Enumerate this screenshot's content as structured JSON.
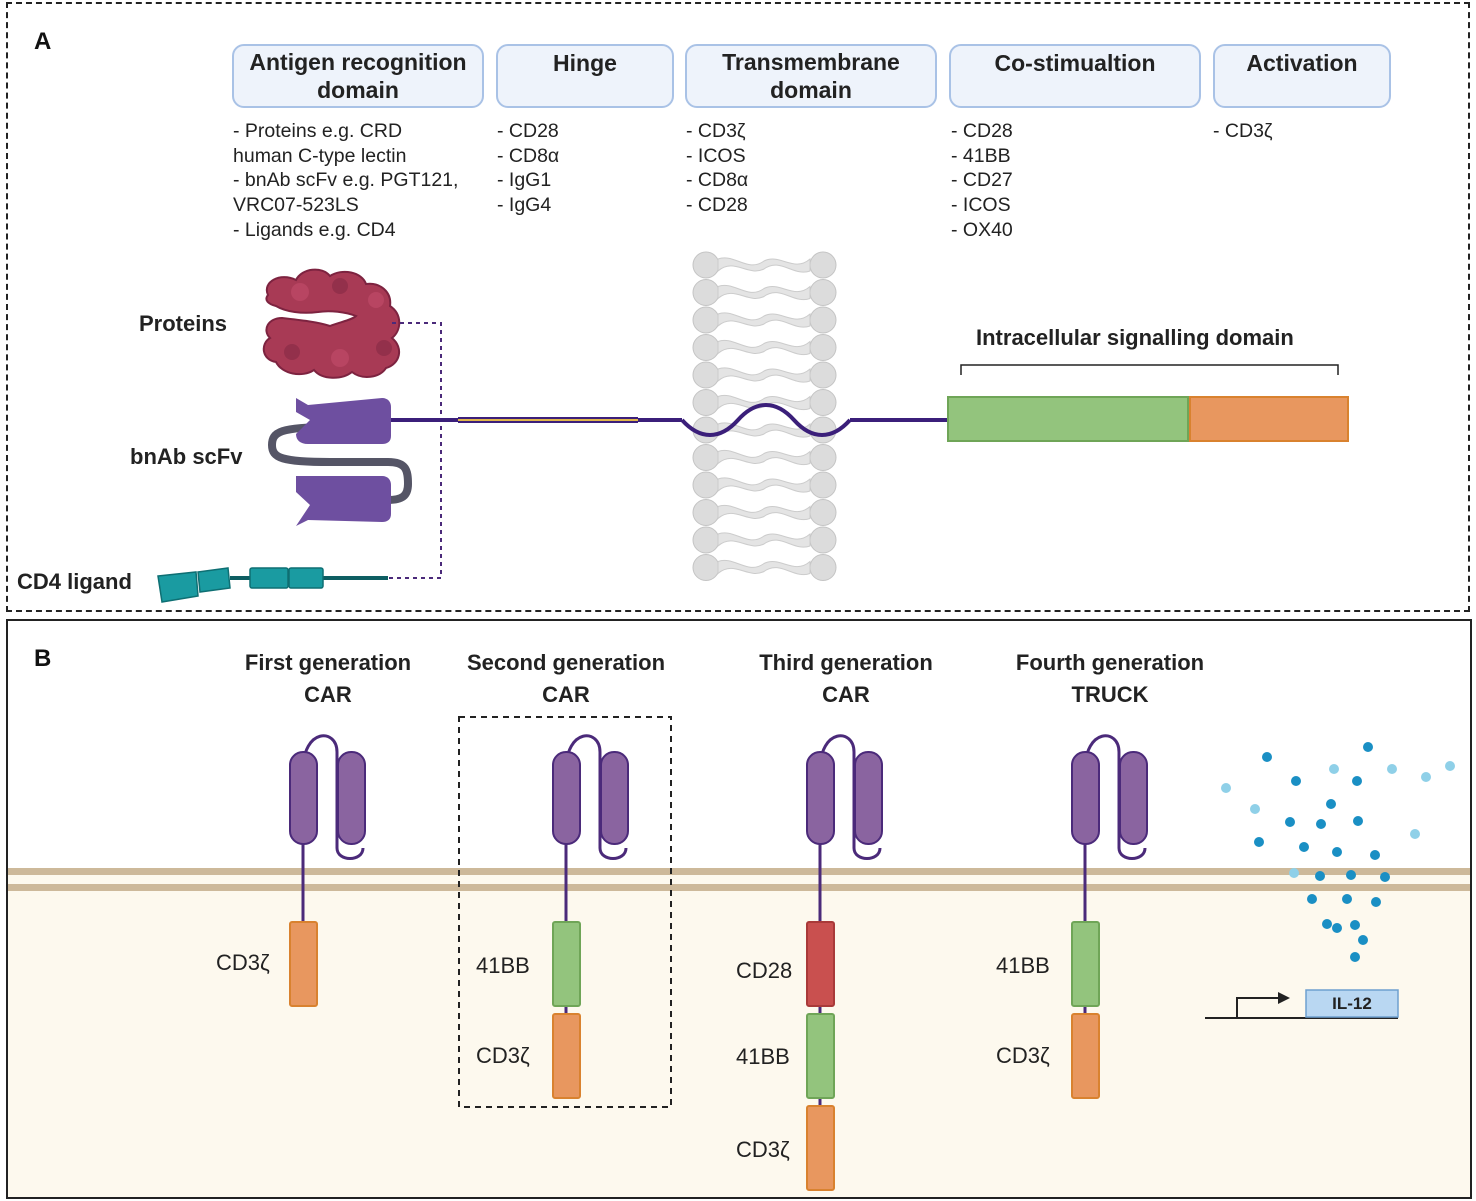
{
  "panel_a": {
    "letter": "A",
    "headers": {
      "antigen_line1": "Antigen recognition",
      "antigen_line2": "domain",
      "hinge": "Hinge",
      "transmembrane_line1": "Transmembrane",
      "transmembrane_line2": "domain",
      "costim": "Co-stimualtion",
      "activation": "Activation"
    },
    "lists": {
      "antigen": [
        "- Proteins e.g. CRD",
        "human C-type lectin",
        "- bnAb scFv e.g. PGT121,",
        "VRC07-523LS",
        "- Ligands e.g. CD4"
      ],
      "hinge": [
        "- CD28",
        "- CD8α",
        "- IgG1",
        "- IgG4"
      ],
      "transmembrane": [
        "- CD3ζ",
        "- ICOS",
        "- CD8α",
        "- CD28"
      ],
      "costim": [
        "- CD28",
        "- 41BB",
        "- CD27",
        "- ICOS",
        "- OX40"
      ],
      "activation": [
        "- CD3ζ"
      ]
    },
    "labels": {
      "proteins": "Proteins",
      "bnab": "bnAb scFv",
      "cd4": "CD4 ligand",
      "intracellular": "Intracellular signalling domain"
    }
  },
  "panel_b": {
    "letter": "B",
    "generations": [
      {
        "line1": "First generation",
        "line2": "CAR",
        "domains": [
          "CD3ζ"
        ]
      },
      {
        "line1": "Second generation",
        "line2": "CAR",
        "domains": [
          "41BB",
          "CD3ζ"
        ]
      },
      {
        "line1": "Third generation",
        "line2": "CAR",
        "domains": [
          "CD28",
          "41BB",
          "CD3ζ"
        ]
      },
      {
        "line1": "Fourth generation",
        "line2": "TRUCK",
        "domains": [
          "41BB",
          "CD3ζ"
        ]
      }
    ],
    "gene": "IL-12"
  },
  "colors": {
    "purple": "#8a64a0",
    "purple_dark": "#4b2a7a",
    "green": "#93c47d",
    "orange": "#e8975f",
    "red": "#c9504f",
    "protein": "#a83a55",
    "teal": "#1a9ba1",
    "membrane": "#cdb99a",
    "cytokine": "#1a8fc4",
    "header_fill": "#eef3fb",
    "header_border": "#a9c2e6"
  }
}
